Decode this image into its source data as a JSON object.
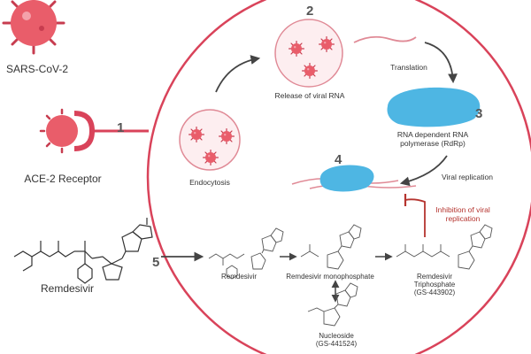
{
  "steps": [
    "1",
    "2",
    "3",
    "4",
    "5"
  ],
  "labels": {
    "sars_cov_2": "SARS-CoV-2",
    "ace2": "ACE-2 Receptor",
    "remdesivir_main": "Remdesivir",
    "endocytosis": "Endocytosis",
    "release": "Release of viral RNA",
    "translation": "Translation",
    "rdrp_line1": "RNA dependent RNA",
    "rdrp_line2": "polymerase (RdRp)",
    "viral_replication": "Viral replication",
    "inhibition_line1": "Inhibition of viral",
    "inhibition_line2": "replication",
    "remdesivir_small": "Remdesivir",
    "monophosphate": "Remdesivir monophosphate",
    "triphosphate_line1": "Remdesivir",
    "triphosphate_line2": "Triphosphate",
    "triphosphate_line3": "(GS-443902)",
    "nucleoside_line1": "Nucleoside",
    "nucleoside_line2": "(GS-441524)"
  },
  "colors": {
    "cell_outline": "#d9435a",
    "virus": "#e95d6a",
    "virus_dark": "#c73c4f",
    "polymerase": "#4eb6e3",
    "inhibition": "#b5342f",
    "arrow": "#444444",
    "rna": "#e08a96"
  }
}
